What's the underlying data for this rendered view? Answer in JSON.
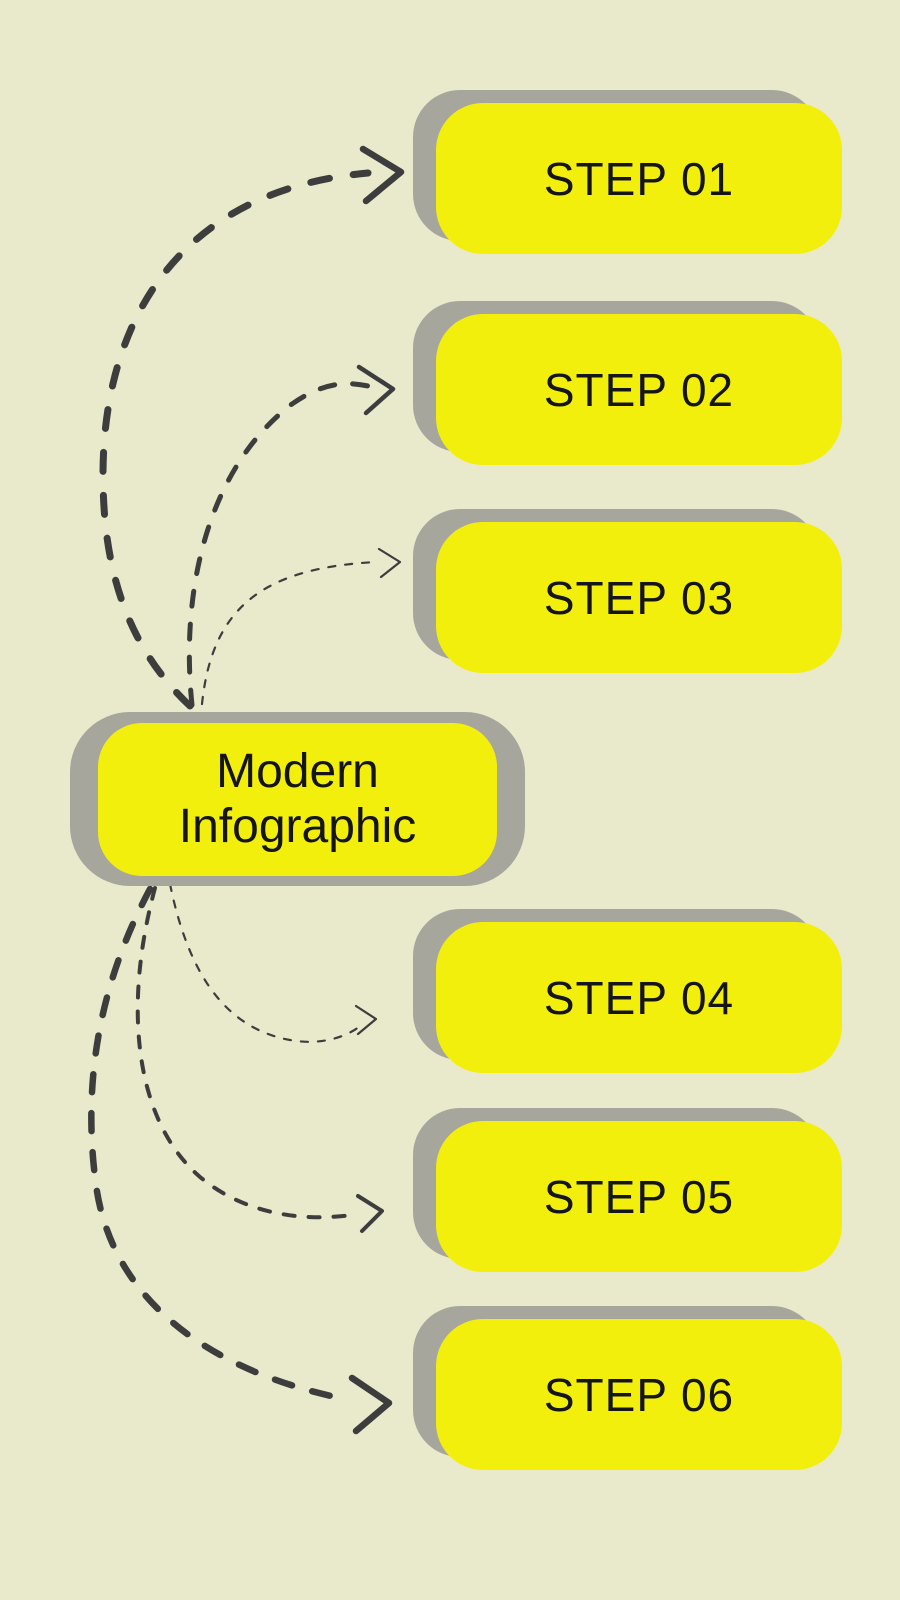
{
  "title": "Modern Infographic",
  "center_node": {
    "line1": "Modern",
    "line2": "Infographic"
  },
  "steps": [
    {
      "label": "STEP 01"
    },
    {
      "label": "STEP 02"
    },
    {
      "label": "STEP 03"
    },
    {
      "label": "STEP 04"
    },
    {
      "label": "STEP 05"
    },
    {
      "label": "STEP 06"
    }
  ],
  "connectors": [
    {
      "target": "STEP 01",
      "style": "dashed-curve",
      "weight": "thick"
    },
    {
      "target": "STEP 02",
      "style": "dashed-curve",
      "weight": "medium"
    },
    {
      "target": "STEP 03",
      "style": "dashed-curve",
      "weight": "thin"
    },
    {
      "target": "STEP 04",
      "style": "dashed-curve",
      "weight": "thin"
    },
    {
      "target": "STEP 05",
      "style": "dashed-curve",
      "weight": "medium"
    },
    {
      "target": "STEP 06",
      "style": "dashed-curve",
      "weight": "thick"
    }
  ],
  "colors": {
    "bg": "#e9e9cb",
    "fill": "#f3ef0c",
    "shadow": "#a7a69d",
    "ink": "#3d3d3d",
    "text": "#151515"
  }
}
